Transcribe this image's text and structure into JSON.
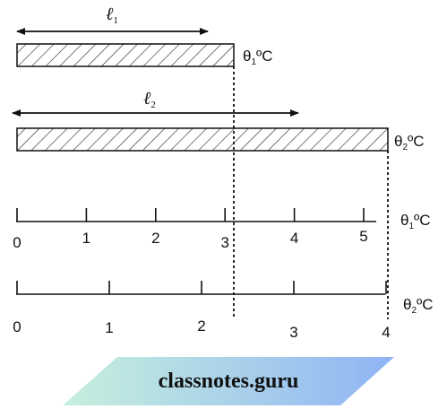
{
  "rod1": {
    "length_symbol": "ℓ",
    "length_subscript": "1",
    "temp_symbol": "θ",
    "temp_subscript": "1",
    "temp_unit": "ºC"
  },
  "rod2": {
    "length_symbol": "ℓ",
    "length_subscript": "2",
    "temp_symbol": "θ",
    "temp_subscript": "2",
    "temp_unit": "ºC"
  },
  "scale1": {
    "temp_symbol": "θ",
    "temp_subscript": "1",
    "temp_unit": "ºC",
    "ticks": [
      "0",
      "1",
      "2",
      "3",
      "4",
      "5"
    ]
  },
  "scale2": {
    "temp_symbol": "θ",
    "temp_subscript": "2",
    "temp_unit": "ºC",
    "ticks": [
      "0",
      "1",
      "2",
      "3",
      "4"
    ]
  },
  "watermark": {
    "text": "classnotes.guru",
    "gradient_start": "#c6f0dd",
    "gradient_end": "#8fb4f5"
  }
}
